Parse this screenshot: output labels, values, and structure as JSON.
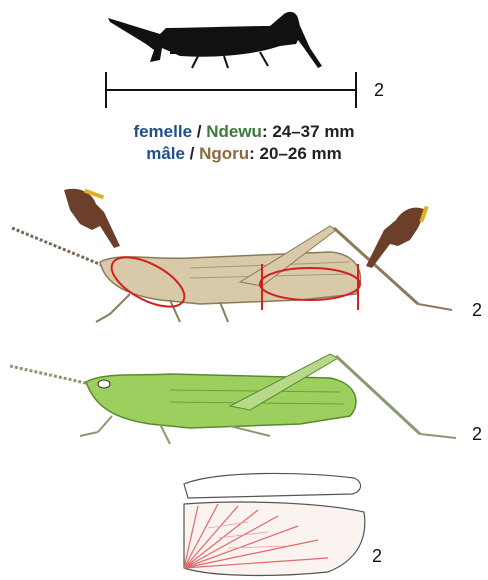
{
  "silhouette": {
    "icon": "grasshopper-silhouette-icon"
  },
  "scale": {
    "label": "2"
  },
  "size": {
    "female_word": "femelle",
    "female_sep": " / ",
    "female_local": "Ndewu",
    "female_range": ": 24–37 mm",
    "male_word": "mâle",
    "male_sep": " / ",
    "male_local": "Ngoru",
    "male_range": ": 20–26 mm"
  },
  "figures": {
    "brown_label": "2",
    "green_label": "2",
    "wing_label": "2"
  },
  "colors": {
    "female_word": "#1f4f8f",
    "female_local": "#3c7a3a",
    "male_word": "#1f4f8f",
    "male_local": "#8a6a3a",
    "text": "#222222",
    "highlight_red": "#d42020",
    "brown_body": "#d8c9a8",
    "green_body": "#9ccf5e",
    "wing_red": "#e06a6a"
  }
}
